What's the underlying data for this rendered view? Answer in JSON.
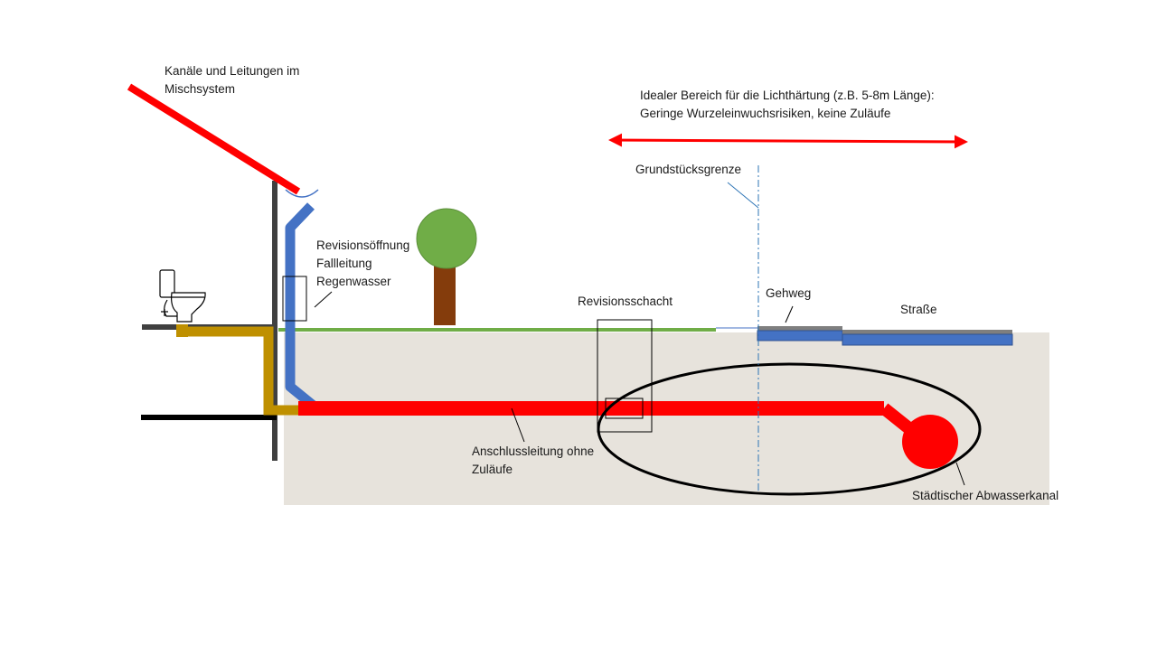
{
  "labels": {
    "roof_line1": "Kanäle und Leitungen im",
    "roof_line2": "Mischsystem",
    "ideal_line1": "Idealer Bereich für die Lichthärtung (z.B. 5-8m Länge):",
    "ideal_line2": "Geringe Wurzeleinwuchsrisiken, keine Zuläufe",
    "boundary": "Grundstücksgrenze",
    "revision_line1": "Revisionsöffnung",
    "revision_line2": "Fallleitung",
    "revision_line3": "Regenwasser",
    "shaft": "Revisionsschacht",
    "sidewalk": "Gehweg",
    "street": "Straße",
    "connection_line1": "Anschlussleitung ohne",
    "connection_line2": "Zuläufe",
    "sewer": "Städtischer Abwasserkanal"
  },
  "icons": {
    "toilet": "toilet-icon",
    "tree": "tree-icon"
  },
  "colors": {
    "sewer_pipe": "#ff0000",
    "downpipe": "#4472c4",
    "waste_pipe": "#bf9000",
    "grass": "#70ad47",
    "ground": "#e7e3dc",
    "tree_crown": "#70ad47",
    "tree_trunk": "#843c0c",
    "pavement_top": "#7f7f7f"
  }
}
